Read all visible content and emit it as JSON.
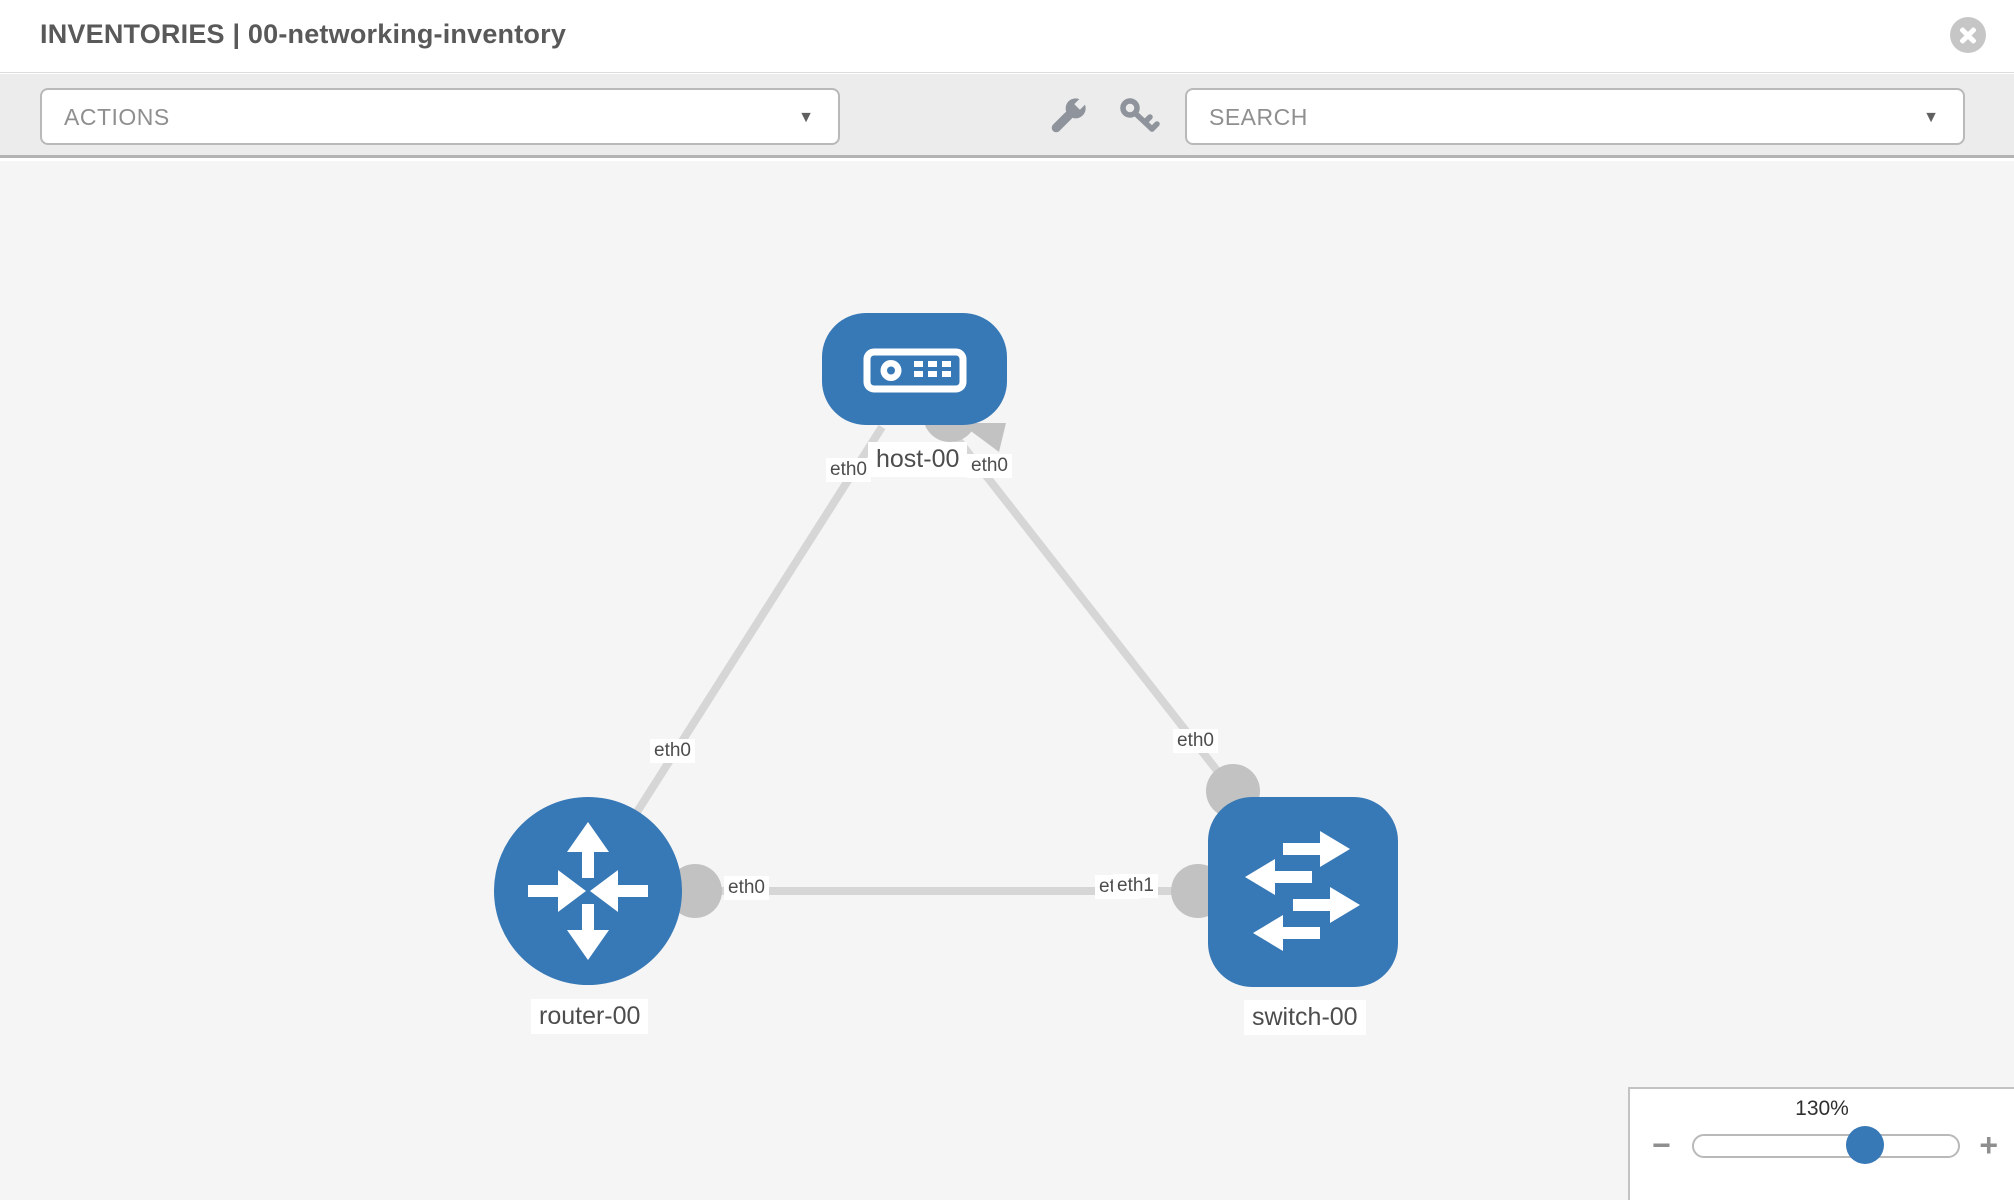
{
  "header": {
    "title": "INVENTORIES | 00-networking-inventory"
  },
  "toolbar": {
    "actions_label": "ACTIONS",
    "search_label": "SEARCH",
    "caret_glyph": "▼",
    "icons": [
      "wrench-icon",
      "key-icon"
    ]
  },
  "topology": {
    "nodes": [
      {
        "id": "host-00",
        "type": "host",
        "label": "host-00"
      },
      {
        "id": "router-00",
        "type": "router",
        "label": "router-00"
      },
      {
        "id": "switch-00",
        "type": "switch",
        "label": "switch-00"
      }
    ],
    "links": [
      {
        "from": "host-00",
        "from_if": "eth0",
        "to": "router-00",
        "to_if": "eth0"
      },
      {
        "from": "host-00",
        "from_if": "eth0",
        "to": "switch-00",
        "to_if": "eth0"
      },
      {
        "from": "router-00",
        "from_if": "eth0",
        "to": "switch-00",
        "to_if": "eth1"
      }
    ],
    "labels": {
      "host": "host-00",
      "router": "router-00",
      "switch": "switch-00",
      "if_host_left": "eth0",
      "if_host_right": "eth0",
      "if_router_top": "eth0",
      "if_switch_top": "eth0",
      "if_router_right": "eth0",
      "if_switch_left_back": "eth0",
      "if_switch_left_front": "eth1"
    }
  },
  "zoom_control": {
    "level": "130%",
    "minus_glyph": "−",
    "plus_glyph": "+"
  },
  "colors": {
    "node_fill": "#3778b6",
    "link_stroke": "#d6d6d6",
    "connector_fill": "#c2c2c2",
    "canvas_bg": "#f5f5f5",
    "toolbar_bg": "#ececec"
  }
}
